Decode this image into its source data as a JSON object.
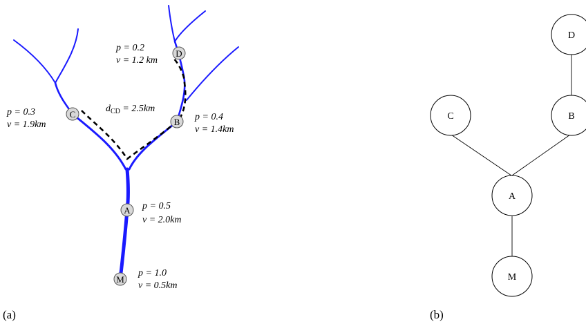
{
  "panel_a": {
    "caption": "(a)",
    "distance_label": {
      "var": "d",
      "sub": "CD",
      "text": " = 2.5km"
    },
    "nodes": [
      {
        "id": "D",
        "p": "p = 0.2",
        "v": "v = 1.2 km"
      },
      {
        "id": "C",
        "p": "p = 0.3",
        "v": "v = 1.9km"
      },
      {
        "id": "B",
        "p": "p = 0.4",
        "v": "v = 1.4km"
      },
      {
        "id": "A",
        "p": "p = 0.5",
        "v": "v = 2.0km"
      },
      {
        "id": "M",
        "p": "p = 1.0",
        "v": "v = 0.5km"
      }
    ]
  },
  "panel_b": {
    "caption": "(b)",
    "nodes": [
      "D",
      "C",
      "B",
      "A",
      "M"
    ],
    "edges": [
      [
        "D",
        "B"
      ],
      [
        "C",
        "A"
      ],
      [
        "B",
        "A"
      ],
      [
        "A",
        "M"
      ]
    ]
  },
  "colors": {
    "river": "#1a1aff",
    "river_node_fill": "#d8d8d8"
  }
}
